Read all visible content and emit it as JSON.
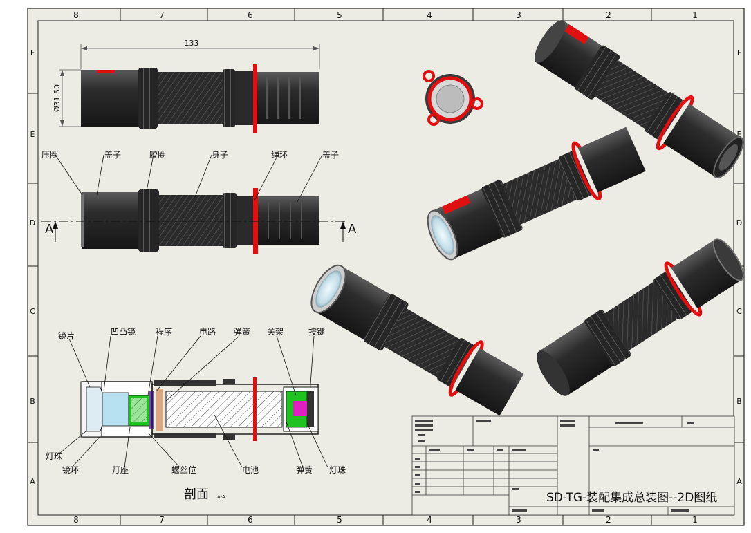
{
  "border": {
    "columns": [
      "8",
      "7",
      "6",
      "5",
      "4",
      "3",
      "2",
      "1"
    ],
    "rows": [
      "F",
      "E",
      "D",
      "C",
      "B",
      "A"
    ]
  },
  "top_view": {
    "length_dim": "133",
    "diameter_dim": "Ø31.50"
  },
  "side_view": {
    "labels": [
      "压圈",
      "盖子",
      "胶圈",
      "身子",
      "绳环",
      "盖子"
    ],
    "section_mark": "A"
  },
  "section_view": {
    "top_labels": [
      "镜片",
      "凹凸镜",
      "程序",
      "电路",
      "弹簧",
      "关架",
      "按键"
    ],
    "bottom_labels": [
      "灯珠",
      "镜环",
      "灯座",
      "螺丝位",
      "电池",
      "弹簧",
      "灯珠"
    ],
    "caption": "剖面",
    "caption_suffix": "A-A"
  },
  "title_block": {
    "drawing_title": "SD-TG-装配集成总装图--2D图纸"
  },
  "colors": {
    "paper": "#ecebe4",
    "body": "#2a2a2a",
    "accent_red": "#e01010",
    "lens": "#cfe6ee"
  }
}
